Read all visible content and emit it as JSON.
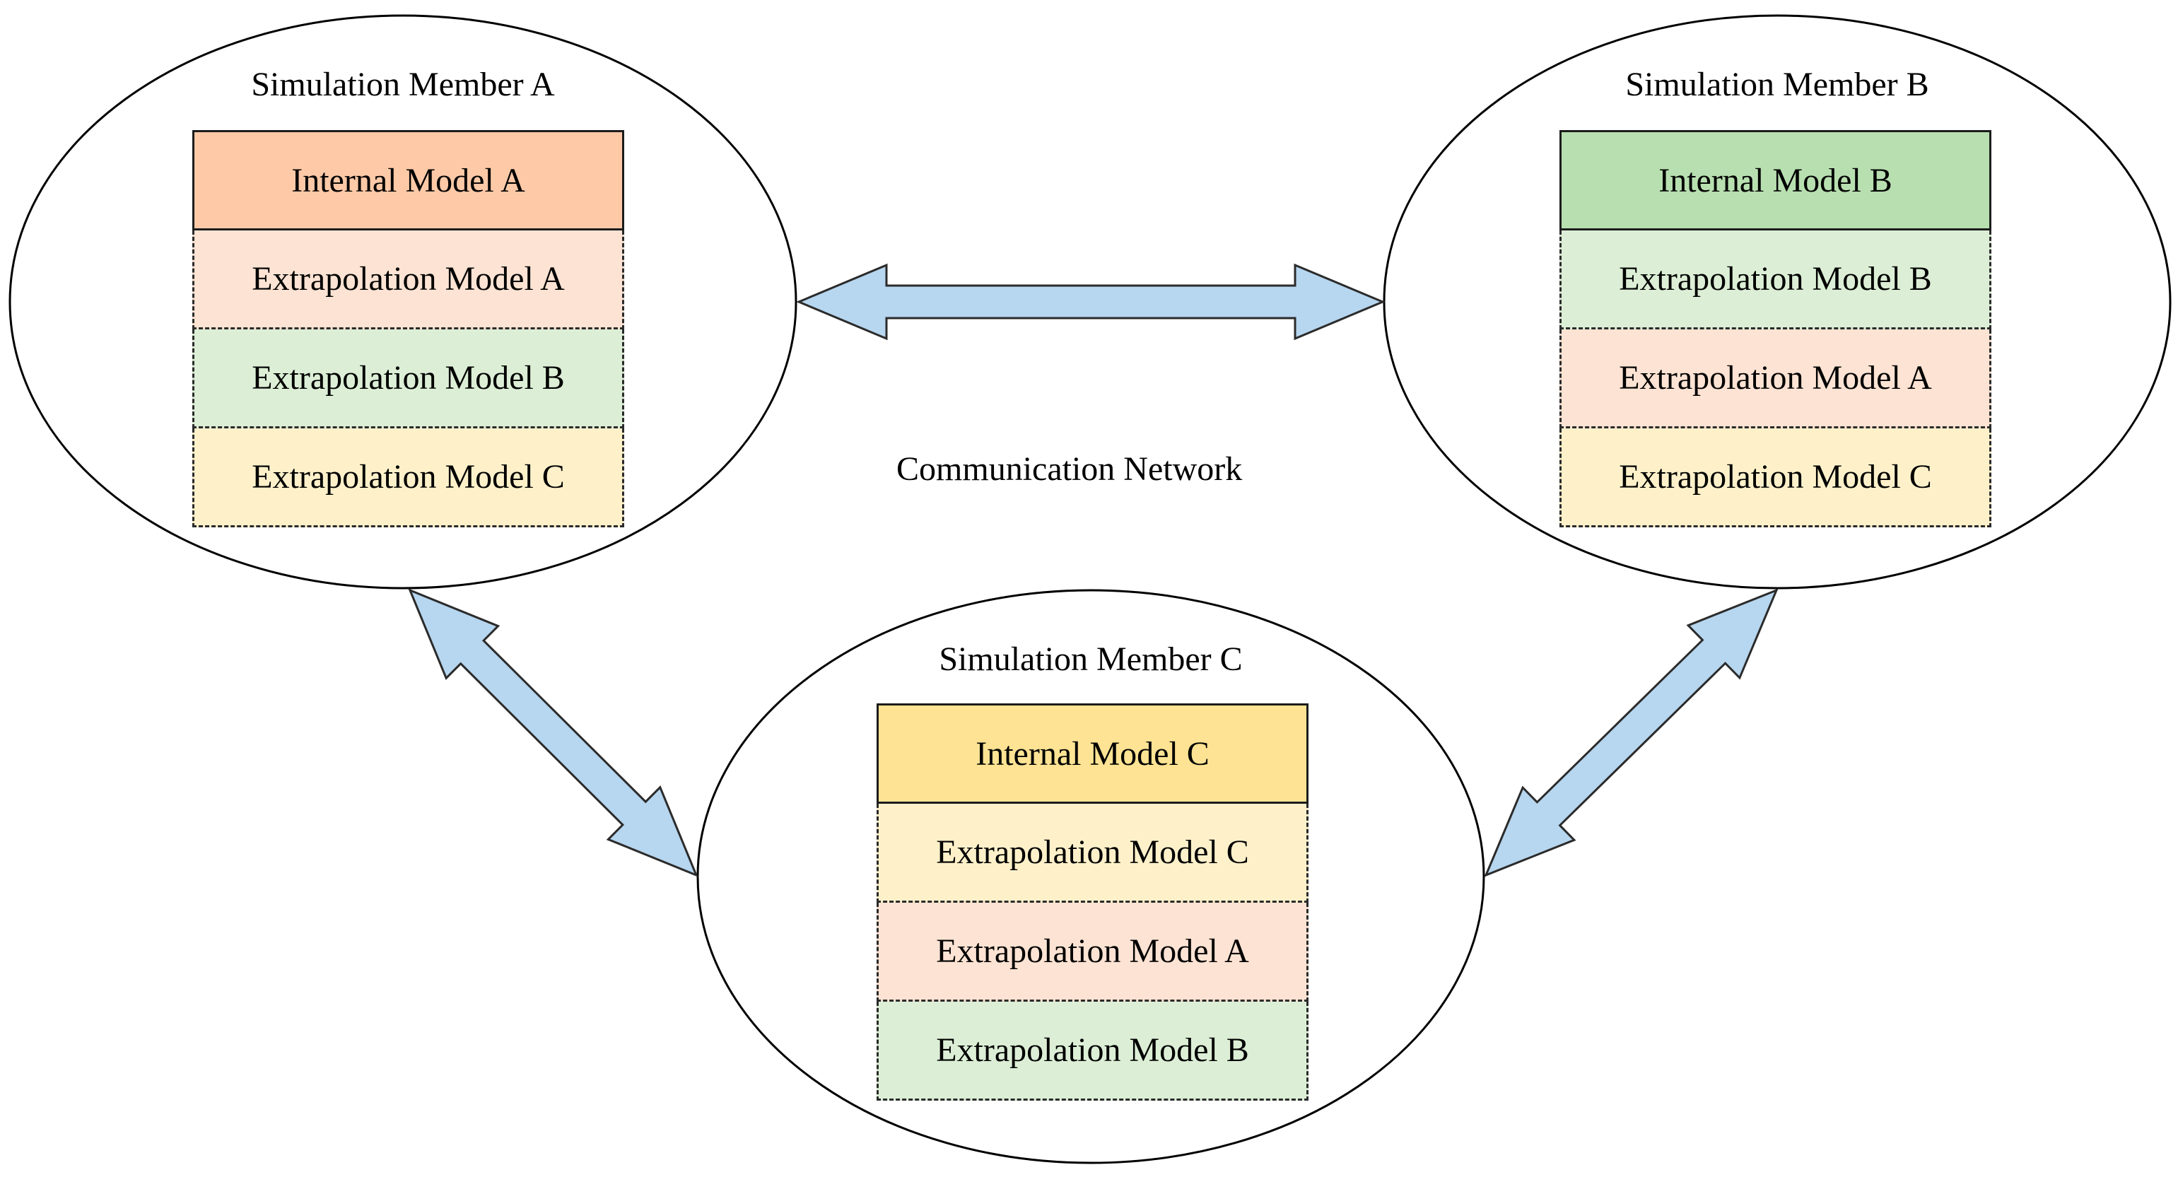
{
  "colors": {
    "arrow_fill": "#b7d6ef",
    "arrow_stroke": "#2b2b2b",
    "model_a_internal": "#fdc9a7",
    "model_a_extrapolation": "#fde3d3",
    "model_b_internal": "#b8dfb0",
    "model_b_extrapolation": "#dcefd6",
    "model_c_internal": "#fde393",
    "model_c_extrapolation": "#fef1ca"
  },
  "network_label": "Communication Network",
  "members": [
    {
      "title": "Simulation Member A",
      "internal": {
        "label": "Internal Model A",
        "model": "A"
      },
      "extrapolations": [
        {
          "label": "Extrapolation Model A",
          "model": "A"
        },
        {
          "label": "Extrapolation Model B",
          "model": "B"
        },
        {
          "label": "Extrapolation Model C",
          "model": "C"
        }
      ]
    },
    {
      "title": "Simulation Member B",
      "internal": {
        "label": "Internal Model B",
        "model": "B"
      },
      "extrapolations": [
        {
          "label": "Extrapolation Model B",
          "model": "B"
        },
        {
          "label": "Extrapolation Model A",
          "model": "A"
        },
        {
          "label": "Extrapolation Model C",
          "model": "C"
        }
      ]
    },
    {
      "title": "Simulation Member C",
      "internal": {
        "label": "Internal Model C",
        "model": "C"
      },
      "extrapolations": [
        {
          "label": "Extrapolation Model C",
          "model": "C"
        },
        {
          "label": "Extrapolation Model A",
          "model": "A"
        },
        {
          "label": "Extrapolation Model B",
          "model": "B"
        }
      ]
    }
  ]
}
